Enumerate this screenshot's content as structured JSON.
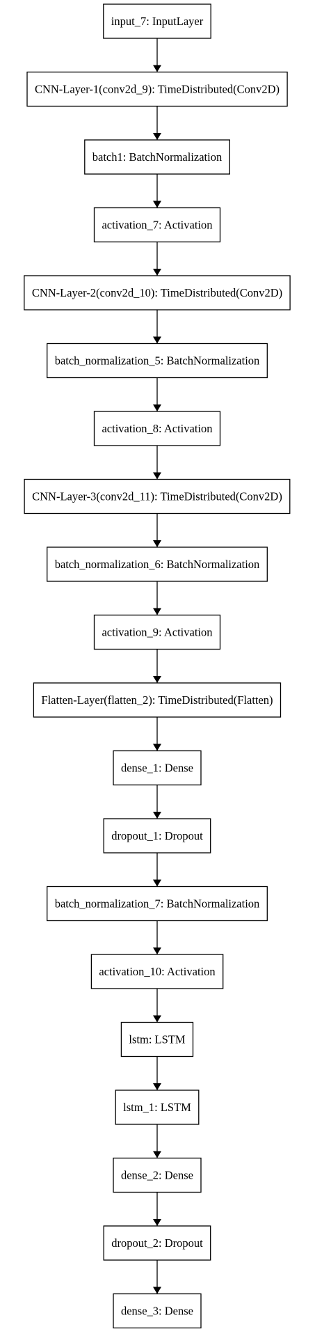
{
  "diagram": {
    "nodes": [
      {
        "id": "input_7",
        "label": "input_7: InputLayer"
      },
      {
        "id": "cnn1",
        "label": "CNN-Layer-1(conv2d_9): TimeDistributed(Conv2D)"
      },
      {
        "id": "batch1",
        "label": "batch1: BatchNormalization"
      },
      {
        "id": "activation_7",
        "label": "activation_7: Activation"
      },
      {
        "id": "cnn2",
        "label": "CNN-Layer-2(conv2d_10): TimeDistributed(Conv2D)"
      },
      {
        "id": "bn5",
        "label": "batch_normalization_5: BatchNormalization"
      },
      {
        "id": "activation_8",
        "label": "activation_8: Activation"
      },
      {
        "id": "cnn3",
        "label": "CNN-Layer-3(conv2d_11): TimeDistributed(Conv2D)"
      },
      {
        "id": "bn6",
        "label": "batch_normalization_6: BatchNormalization"
      },
      {
        "id": "activation_9",
        "label": "activation_9: Activation"
      },
      {
        "id": "flatten",
        "label": "Flatten-Layer(flatten_2): TimeDistributed(Flatten)"
      },
      {
        "id": "dense_1",
        "label": "dense_1: Dense"
      },
      {
        "id": "dropout_1",
        "label": "dropout_1: Dropout"
      },
      {
        "id": "bn7",
        "label": "batch_normalization_7: BatchNormalization"
      },
      {
        "id": "activation_10",
        "label": "activation_10: Activation"
      },
      {
        "id": "lstm",
        "label": "lstm: LSTM"
      },
      {
        "id": "lstm_1",
        "label": "lstm_1: LSTM"
      },
      {
        "id": "dense_2",
        "label": "dense_2: Dense"
      },
      {
        "id": "dropout_2",
        "label": "dropout_2: Dropout"
      },
      {
        "id": "dense_3",
        "label": "dense_3: Dense"
      }
    ],
    "edges": [
      [
        "input_7",
        "cnn1"
      ],
      [
        "cnn1",
        "batch1"
      ],
      [
        "batch1",
        "activation_7"
      ],
      [
        "activation_7",
        "cnn2"
      ],
      [
        "cnn2",
        "bn5"
      ],
      [
        "bn5",
        "activation_8"
      ],
      [
        "activation_8",
        "cnn3"
      ],
      [
        "cnn3",
        "bn6"
      ],
      [
        "bn6",
        "activation_9"
      ],
      [
        "activation_9",
        "flatten"
      ],
      [
        "flatten",
        "dense_1"
      ],
      [
        "dense_1",
        "dropout_1"
      ],
      [
        "dropout_1",
        "bn7"
      ],
      [
        "bn7",
        "activation_10"
      ],
      [
        "activation_10",
        "lstm"
      ],
      [
        "lstm",
        "lstm_1"
      ],
      [
        "lstm_1",
        "dense_2"
      ],
      [
        "dense_2",
        "dropout_2"
      ],
      [
        "dropout_2",
        "dense_3"
      ]
    ]
  }
}
